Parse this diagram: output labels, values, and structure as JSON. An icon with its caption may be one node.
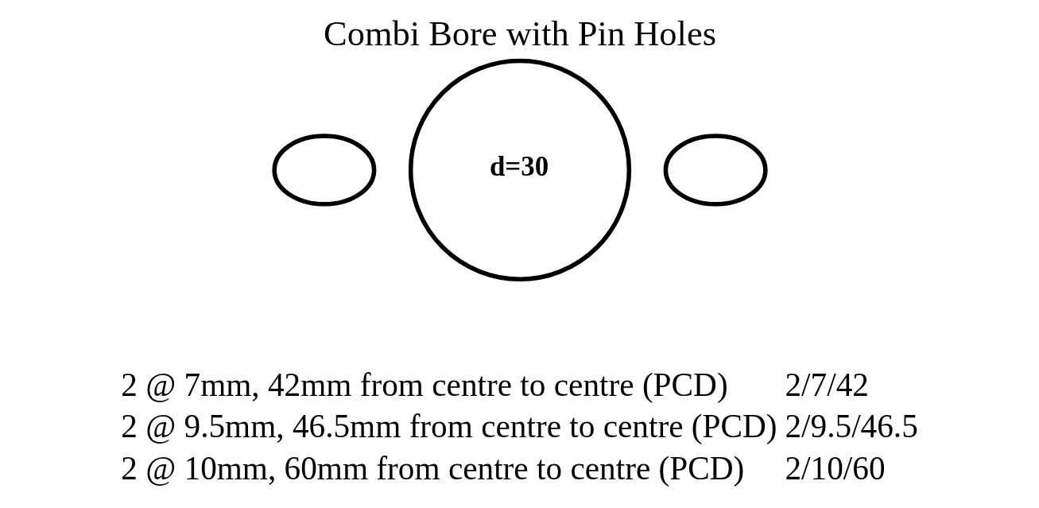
{
  "diagram": {
    "title": "Combi Bore with Pin Holes",
    "nodes": [
      {
        "text": [],
        "shape": "ellipse"
      },
      {
        "text": [
          "d=30"
        ]
      },
      {
        "text": [],
        "shape": "ellipse"
      }
    ],
    "labels": [
      "2 @ 7mm, 42mm from centre to centre (PCD)",
      "2/7/42",
      "2 @ 9.5mm, 46.5mm from centre to centre (PCD)",
      "2/9.5/46.5",
      "2 @ 10mm, 60mm from centre to centre (PCD)",
      "2/10/60"
    ]
  }
}
